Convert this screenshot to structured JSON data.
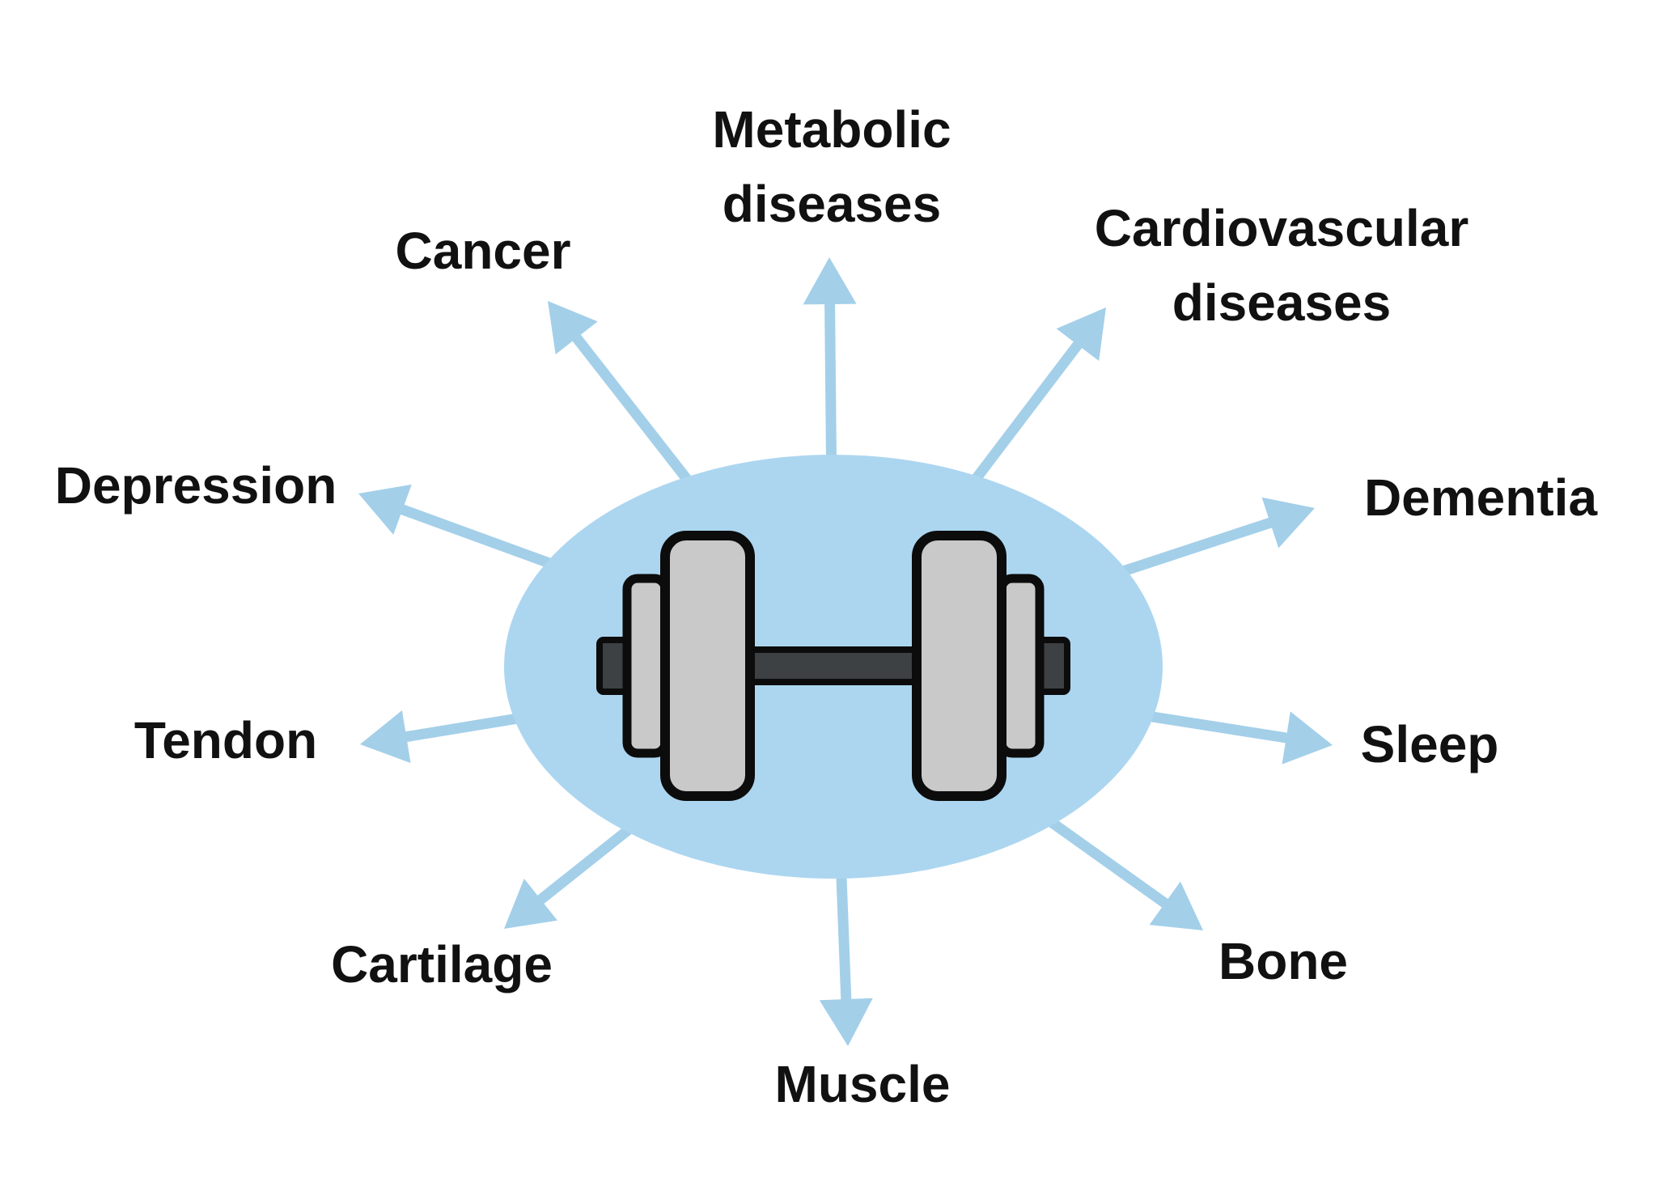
{
  "colors": {
    "background": "#ffffff",
    "arrow": "#a3cfe9",
    "ellipse": "#acd6f0",
    "dumbbell_plate": "#c9c9c9",
    "dumbbell_bar": "#3d4144",
    "dumbbell_outline": "#0c0c0c",
    "text": "#111111"
  },
  "diagram": {
    "center": {
      "icon": "dumbbell-icon"
    },
    "nodes": [
      {
        "id": "metabolic",
        "lines": [
          "Metabolic",
          "diseases"
        ]
      },
      {
        "id": "cardiovascular",
        "lines": [
          "Cardiovascular",
          "diseases"
        ]
      },
      {
        "id": "dementia",
        "lines": [
          "Dementia"
        ]
      },
      {
        "id": "sleep",
        "lines": [
          "Sleep"
        ]
      },
      {
        "id": "bone",
        "lines": [
          "Bone"
        ]
      },
      {
        "id": "muscle",
        "lines": [
          "Muscle"
        ]
      },
      {
        "id": "cartilage",
        "lines": [
          "Cartilage"
        ]
      },
      {
        "id": "tendon",
        "lines": [
          "Tendon"
        ]
      },
      {
        "id": "depression",
        "lines": [
          "Depression"
        ]
      },
      {
        "id": "cancer",
        "lines": [
          "Cancer"
        ]
      }
    ]
  }
}
